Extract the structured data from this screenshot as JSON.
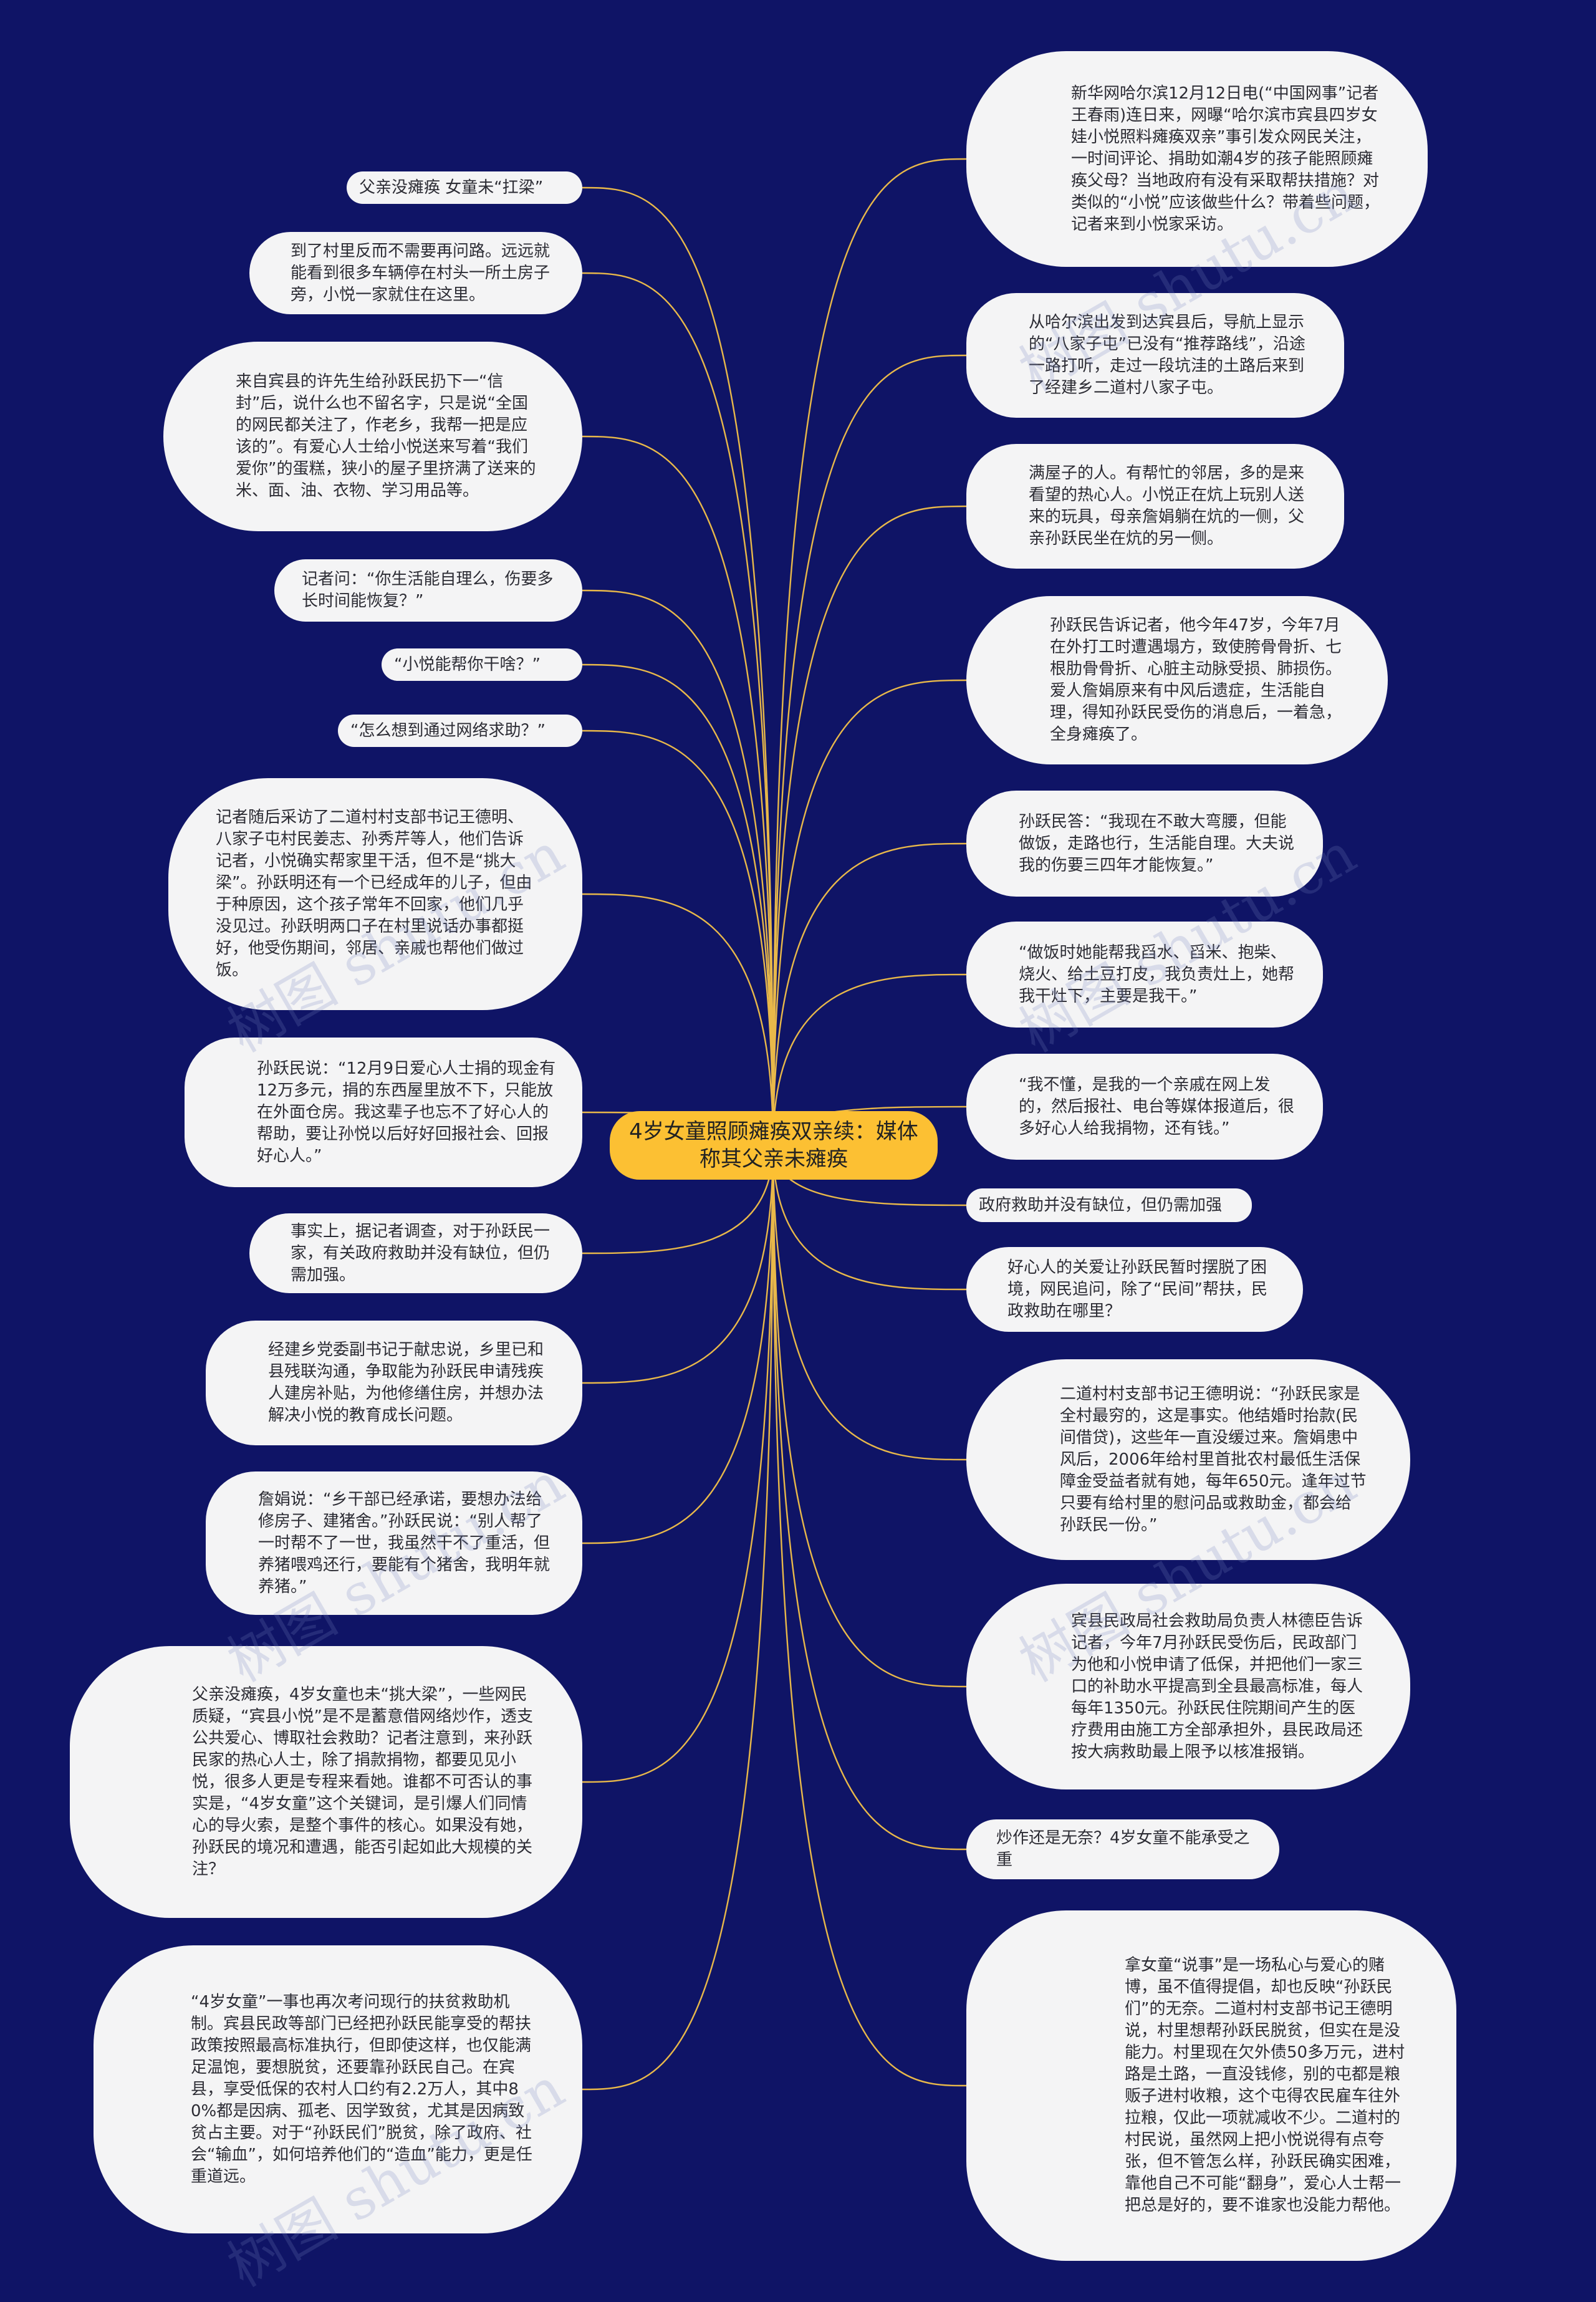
{
  "root": {
    "label": "4岁女童照顾瘫痪双亲续：媒体称其父亲未瘫痪"
  },
  "nodes": [
    {
      "id": "l1",
      "text": "父亲没瘫痪 女童未“扛梁”"
    },
    {
      "id": "l2",
      "text": "到了村里反而不需要再问路。远远就能看到很多车辆停在村头一所土房子旁，小悦一家就住在这里。"
    },
    {
      "id": "l3",
      "text": "来自宾县的许先生给孙跃民扔下一“信封”后，说什么也不留名字，只是说“全国的网民都关注了，作老乡，我帮一把是应该的”。有爱心人士给小悦送来写着“我们爱你”的蛋糕，狭小的屋子里挤满了送来的米、面、油、衣物、学习用品等。"
    },
    {
      "id": "l4",
      "text": "记者问：“你生活能自理么，伤要多长时间能恢复？”"
    },
    {
      "id": "l5",
      "text": "“小悦能帮你干啥？”"
    },
    {
      "id": "l6",
      "text": "“怎么想到通过网络求助？”"
    },
    {
      "id": "l7",
      "text": "记者随后采访了二道村村支部书记王德明、八家子屯村民姜志、孙秀芹等人，他们告诉记者，小悦确实帮家里干活，但不是“挑大梁”。孙跃明还有一个已经成年的儿子，但由于种原因，这个孩子常年不回家，他们几乎没见过。孙跃明两口子在村里说话办事都挺好，他受伤期间，邻居、亲戚也帮他们做过饭。"
    },
    {
      "id": "l8",
      "text": "孙跃民说：“12月9日爱心人士捐的现金有12万多元，捐的东西屋里放不下，只能放在外面仓房。我这辈子也忘不了好心人的帮助，要让孙悦以后好好回报社会、回报好心人。”"
    },
    {
      "id": "l9",
      "text": "事实上，据记者调查，对于孙跃民一家，有关政府救助并没有缺位，但仍需加强。"
    },
    {
      "id": "l10",
      "text": "经建乡党委副书记于献忠说，乡里已和县残联沟通，争取能为孙跃民申请残疾人建房补贴，为他修缮住房，并想办法解决小悦的教育成长问题。"
    },
    {
      "id": "l11",
      "text": "詹娟说：“乡干部已经承诺，要想办法给修房子、建猪舍。”孙跃民说：“别人帮了一时帮不了一世，我虽然干不了重活，但养猪喂鸡还行，要能有个猪舍，我明年就养猪。”"
    },
    {
      "id": "l12",
      "text": "父亲没瘫痪，4岁女童也未“挑大梁”，一些网民质疑，“宾县小悦”是不是蓄意借网络炒作，透支公共爱心、博取社会救助？记者注意到，来孙跃民家的热心人士，除了捐款捐物，都要见见小悦，很多人更是专程来看她。谁都不可否认的事实是，“4岁女童”这个关键词，是引爆人们同情心的导火索，是整个事件的核心。如果没有她，孙跃民的境况和遭遇，能否引起如此大规模的关注？"
    },
    {
      "id": "l13",
      "text": "“4岁女童”一事也再次考问现行的扶贫救助机制。宾县民政等部门已经把孙跃民能享受的帮扶政策按照最高标准执行，但即使这样，也仅能满足温饱，要想脱贫，还要靠孙跃民自己。在宾县，享受低保的农村人口约有2.2万人，其中80%都是因病、孤老、因学致贫，尤其是因病致贫占主要。对于“孙跃民们”脱贫，除了政府、社会“输血”，如何培养他们的“造血”能力，更是任重道远。"
    },
    {
      "id": "r1",
      "text": "新华网哈尔滨12月12日电(“中国网事”记者王春雨)连日来，网曝“哈尔滨市宾县四岁女娃小悦照料瘫痪双亲”事引发众网民关注，一时间评论、捐助如潮4岁的孩子能照顾瘫痪父母？当地政府有没有采取帮扶措施？对类似的“小悦”应该做些什么？带着些问题，记者来到小悦家采访。"
    },
    {
      "id": "r2",
      "text": "从哈尔滨出发到达宾县后，导航上显示的“八家子屯”已没有“推荐路线”，沿途一路打听，走过一段坑洼的土路后来到了经建乡二道村八家子屯。"
    },
    {
      "id": "r3",
      "text": "满屋子的人。有帮忙的邻居，多的是来看望的热心人。小悦正在炕上玩别人送来的玩具，母亲詹娟躺在炕的一侧，父亲孙跃民坐在炕的另一侧。"
    },
    {
      "id": "r4",
      "text": "孙跃民告诉记者，他今年47岁，今年7月在外打工时遭遇塌方，致使胯骨骨折、七根肋骨骨折、心脏主动脉受损、肺损伤。爱人詹娟原来有中风后遗症，生活能自理，得知孙跃民受伤的消息后，一着急，全身瘫痪了。"
    },
    {
      "id": "r5",
      "text": "孙跃民答：“我现在不敢大弯腰，但能做饭，走路也行，生活能自理。大夫说我的伤要三四年才能恢复。”"
    },
    {
      "id": "r6",
      "text": "“做饭时她能帮我舀水、舀米、抱柴、烧火、给土豆打皮，我负责灶上，她帮我干灶下，主要是我干。”"
    },
    {
      "id": "r7",
      "text": "“我不懂，是我的一个亲戚在网上发的，然后报社、电台等媒体报道后，很多好心人给我捐物，还有钱。”"
    },
    {
      "id": "r8",
      "text": "政府救助并没有缺位，但仍需加强"
    },
    {
      "id": "r9",
      "text": "好心人的关爱让孙跃民暂时摆脱了困境，网民追问，除了“民间”帮扶，民政救助在哪里？"
    },
    {
      "id": "r10",
      "text": "二道村村支部书记王德明说：“孙跃民家是全村最穷的，这是事实。他结婚时抬款(民间借贷)，这些年一直没缓过来。詹娟患中风后，2006年给村里首批农村最低生活保障金受益者就有她，每年650元。逢年过节只要有给村里的慰问品或救助金，都会给孙跃民一份。”"
    },
    {
      "id": "r11",
      "text": "宾县民政局社会救助局负责人林德臣告诉记者，今年7月孙跃民受伤后，民政部门为他和小悦申请了低保，并把他们一家三口的补助水平提高到全县最高标准，每人每年1350元。孙跃民住院期间产生的医疗费用由施工方全部承担外，县民政局还按大病救助最上限予以核准报销。"
    },
    {
      "id": "r12",
      "text": "炒作还是无奈？4岁女童不能承受之重"
    },
    {
      "id": "r13",
      "text": "拿女童“说事”是一场私心与爱心的赌博，虽不值得提倡，却也反映“孙跃民们”的无奈。二道村村支部书记王德明说，村里想帮孙跃民脱贫，但实在是没能力。村里现在欠外债50多万元，进村路是土路，一直没钱修，别的屯都是粮贩子进村收粮，这个屯得农民雇车往外拉粮，仅此一项就减收不少。二道村的村民说，虽然网上把小悦说得有点夸张，但不管怎么样，孙跃民确实困难，靠他自己不可能“翻身”，爱心人士帮一把总是好的，要不谁家也没能力帮他。"
    }
  ],
  "watermark": "树图 shutu.cn",
  "colors": {
    "background": "#0f1466",
    "edge": "#e8b84a",
    "root": "#fcc033",
    "node": "#f4f4f5"
  }
}
